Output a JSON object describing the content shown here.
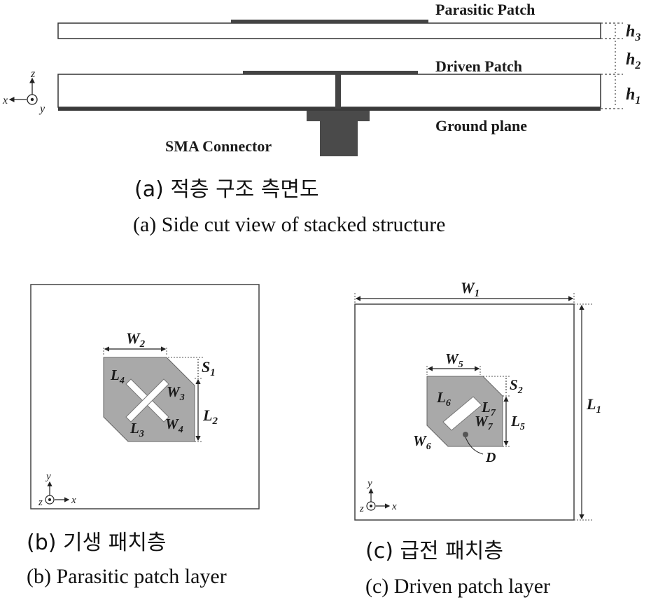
{
  "side_view": {
    "parasitic_patch_label": "Parasitic Patch",
    "driven_patch_label": "Driven Patch",
    "ground_plane_label": "Ground plane",
    "sma_label": "SMA Connector",
    "h3": "h",
    "h3_sub": "3",
    "h2": "h",
    "h2_sub": "2",
    "h1": "h",
    "h1_sub": "1",
    "axis_x": "x",
    "axis_y": "y",
    "axis_z": "z",
    "caption_ko": "(a) 적층 구조 측면도",
    "caption_en": "(a) Side cut view of stacked structure"
  },
  "parasitic_layer": {
    "W2": "W",
    "W2_sub": "2",
    "S1": "S",
    "S1_sub": "1",
    "L4": "L",
    "L4_sub": "4",
    "W3": "W",
    "W3_sub": "3",
    "L2": "L",
    "L2_sub": "2",
    "L3": "L",
    "L3_sub": "3",
    "W4": "W",
    "W4_sub": "4",
    "axis_x": "x",
    "axis_y": "y",
    "axis_z": "z",
    "caption_ko": "(b) 기생 패치층",
    "caption_en": "(b) Parasitic patch layer"
  },
  "driven_layer": {
    "W1": "W",
    "W1_sub": "1",
    "L1": "L",
    "L1_sub": "1",
    "W5": "W",
    "W5_sub": "5",
    "S2": "S",
    "S2_sub": "2",
    "L6": "L",
    "L6_sub": "6",
    "L7": "L",
    "L7_sub": "7",
    "L5": "L",
    "L5_sub": "5",
    "W7": "W",
    "W7_sub": "7",
    "W6": "W",
    "W6_sub": "6",
    "D": "D",
    "axis_x": "x",
    "axis_y": "y",
    "axis_z": "z",
    "caption_ko": "(c) 급전 패치층",
    "caption_en": "(c) Driven patch layer"
  },
  "colors": {
    "patch": "#a9a9a9",
    "ground": "#3a3a3a",
    "sma": "#4a4a4a",
    "line": "#222222"
  }
}
